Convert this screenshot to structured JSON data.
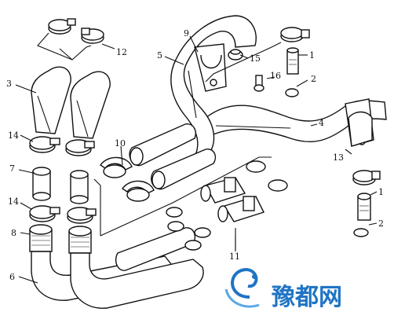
{
  "callouts": {
    "c1a": "1",
    "c1b": "1",
    "c2a": "2",
    "c2b": "2",
    "c3": "3",
    "c4": "4",
    "c5": "5",
    "c6": "6",
    "c7": "7",
    "c8": "8",
    "c9": "9",
    "c10": "10",
    "c11": "11",
    "c12": "12",
    "c13": "13",
    "c14a": "14",
    "c14b": "14",
    "c15": "15",
    "c16": "16"
  },
  "watermark": {
    "text": "豫都网",
    "color": "#1f74c4"
  }
}
